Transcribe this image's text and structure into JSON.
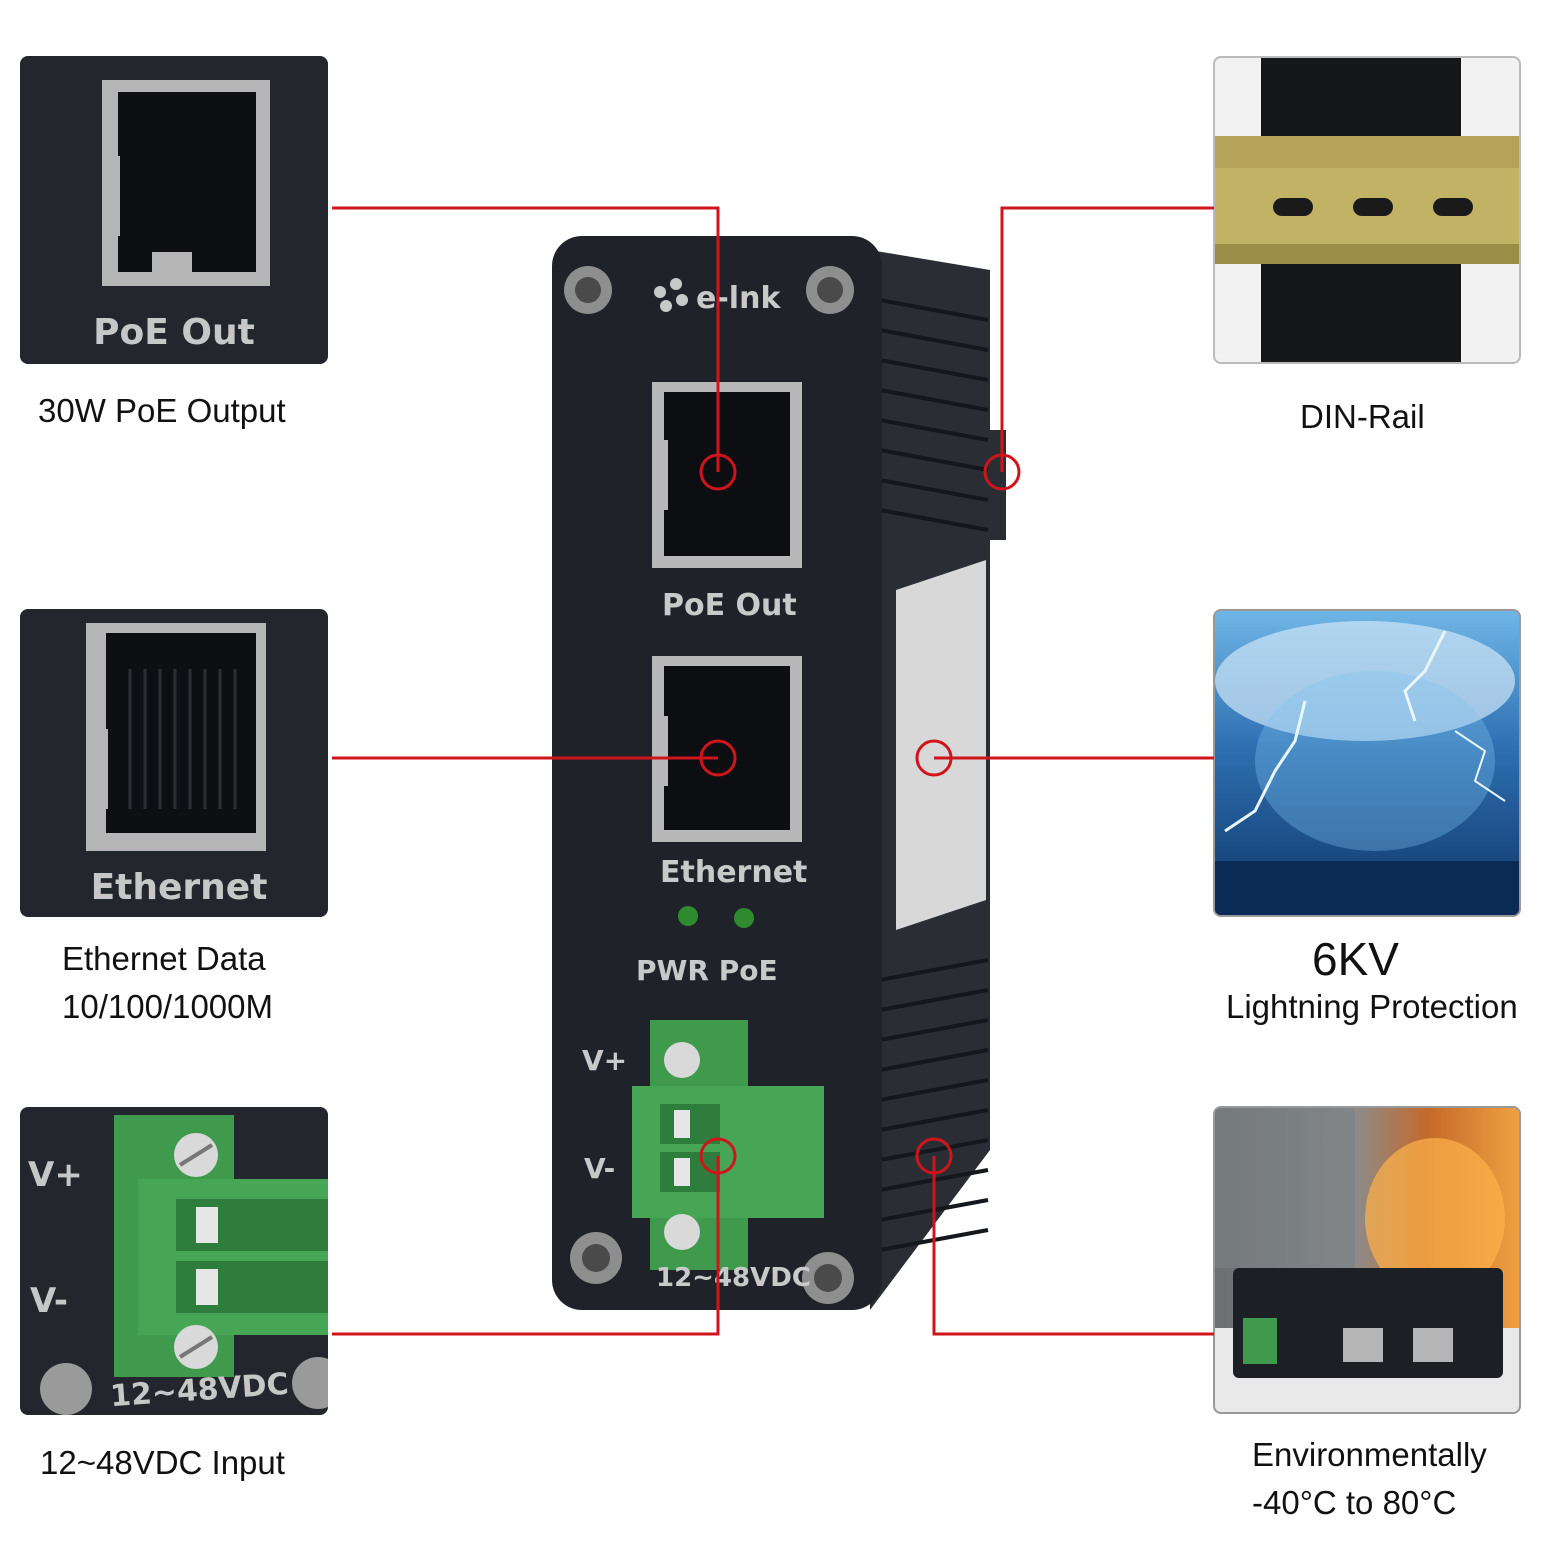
{
  "device": {
    "brand": "e-lnk",
    "port_top_label": "PoE Out",
    "port_mid_label": "Ethernet",
    "led_labels": "PWR PoE",
    "terminal_plus": "V+",
    "terminal_minus": "V-",
    "voltage_label": "12~48VDC"
  },
  "callouts": {
    "poe_out": {
      "inset_label": "PoE Out",
      "caption": "30W PoE Output"
    },
    "ethernet": {
      "inset_label": "Ethernet",
      "caption_line1": "Ethernet Data",
      "caption_line2": "10/100/1000M"
    },
    "power": {
      "inset_plus": "V+",
      "inset_minus": "V-",
      "inset_voltage": "12~48VDC",
      "caption": "12~48VDC Input"
    },
    "din_rail": {
      "caption": "DIN-Rail"
    },
    "lightning": {
      "caption_line1": "6KV",
      "caption_line2": "Lightning Protection"
    },
    "environment": {
      "caption_line1": "Environmentally",
      "caption_line2": "-40°C to 80°C"
    }
  },
  "colors": {
    "callout_line": "#d0141c",
    "device_body": "#1f2329",
    "terminal_green": "#3f9a4e",
    "led_green": "#2e8b2e"
  }
}
